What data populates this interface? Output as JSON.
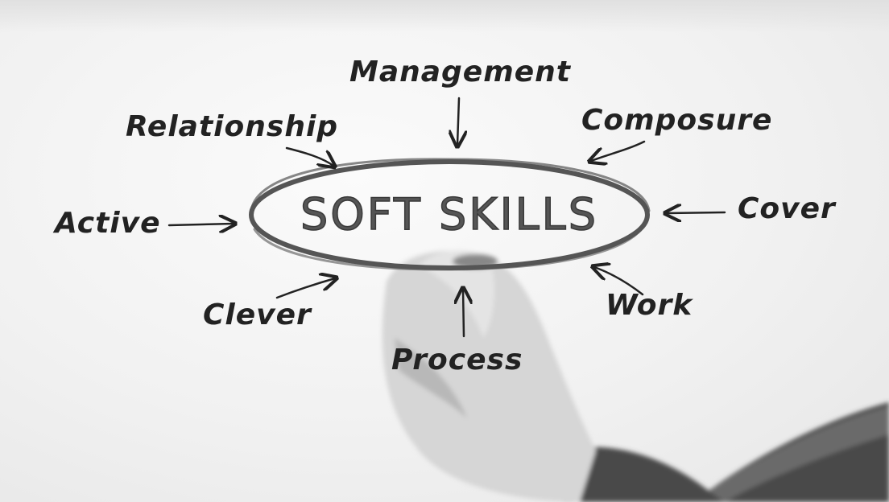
{
  "diagram": {
    "center": "SOFT SKILLS",
    "labels": {
      "management": "Management",
      "relationship": "Relationship",
      "composure": "Composure",
      "active": "Active",
      "cover": "Cover",
      "clever": "Clever",
      "work": "Work",
      "process": "Process"
    }
  },
  "colors": {
    "ink": "#222222",
    "marker": "#555555",
    "hand": "#d8d8d8",
    "sleeve": "#4a4a4a"
  }
}
